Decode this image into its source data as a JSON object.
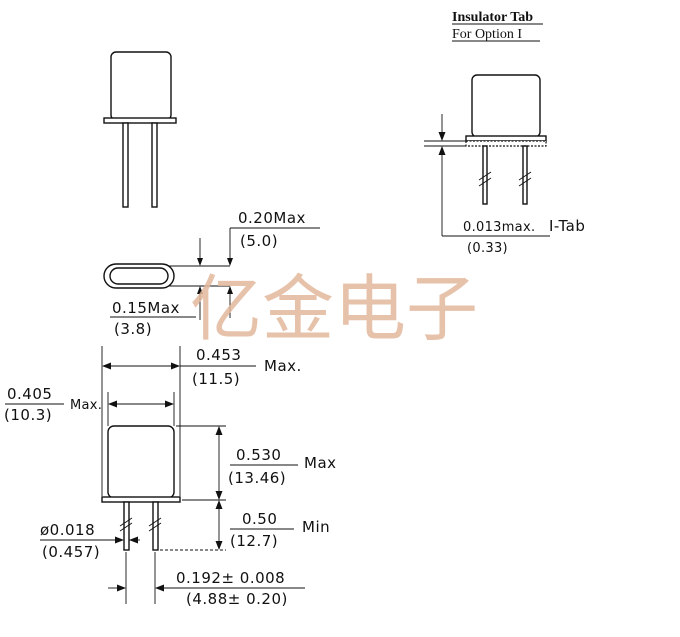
{
  "tab_note": {
    "title": "Insulator Tab",
    "subtitle": "For Option I",
    "thickness": "0.013max.",
    "label": "I-Tab",
    "thickness_mm": "(0.33)"
  },
  "side_dims": {
    "height_in": "0.20Max",
    "height_mm": "(5.0)",
    "width_in": "0.15Max",
    "width_mm": "(3.8)"
  },
  "front_dims": {
    "flange_in": "0.453",
    "flange_mm": "(11.5)",
    "flange_suffix": "Max.",
    "body_in": "0.405",
    "body_mm": "(10.3)",
    "body_suffix": "Max.",
    "height_in": "0.530",
    "height_mm": "(13.46)",
    "height_suffix": "Max",
    "lead_len_in": "0.50",
    "lead_len_mm": "(12.7)",
    "lead_len_suffix": "Min",
    "lead_dia_in": "ø0.018",
    "lead_dia_mm": "(0.457)",
    "pitch_in": "0.192± 0.008",
    "pitch_mm": "(4.88± 0.20)"
  },
  "watermark": "亿金电子"
}
